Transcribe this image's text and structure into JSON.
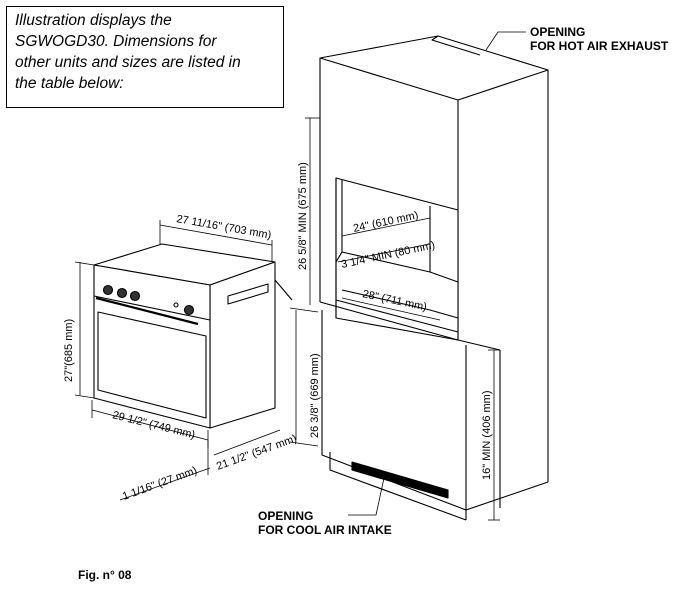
{
  "caption": {
    "lines": [
      "Illustration displays the",
      "SGWOGD30. Dimensions for",
      "other units and sizes are listed in",
      "the table below:"
    ]
  },
  "labels": {
    "exhaust_1": "OPENING",
    "exhaust_2": "FOR HOT AIR EXHAUST",
    "intake_1": "OPENING",
    "intake_2": "FOR COOL AIR INTAKE"
  },
  "dimensions": {
    "oven_depth_top": "27 11/16\" (703 mm)",
    "oven_height": "27\"(685 mm)",
    "oven_width": "29 1/2\" (749 mm)",
    "oven_depth": "21 1/2\" (547 mm)",
    "trim": "1 1/16\" (27 mm)",
    "cutout_height": "26 3/8\" (669 mm)",
    "cavity_height_min": "26 5/8\" MIN (675 mm)",
    "cavity_width_top": "24\" (610 mm)",
    "vent_gap": "3 1/4\" MIN (80 mm)",
    "cavity_width_bottom": "28\" (711 mm)",
    "base_min": "16\" MIN (406 mm)"
  },
  "figure": {
    "label": "Fig. n° 08"
  }
}
